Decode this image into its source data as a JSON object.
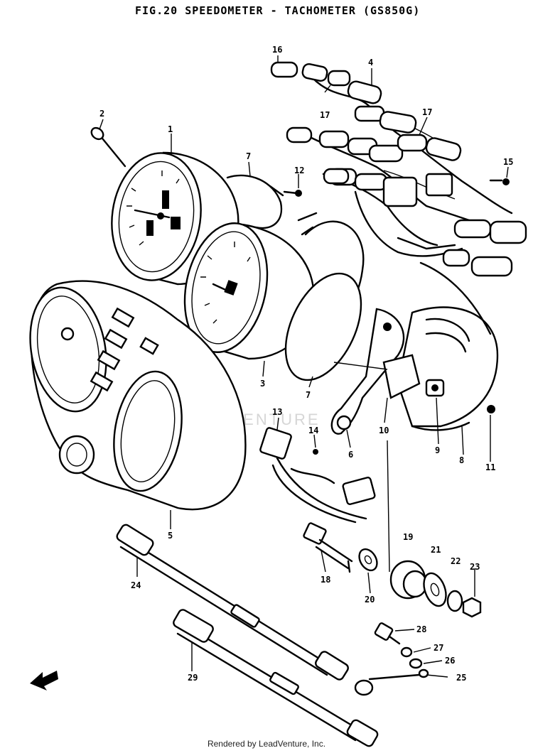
{
  "figure": {
    "title": "FIG.20  SPEEDOMETER - TACHOMETER (GS850G)"
  },
  "watermark": "LEADVENTURE",
  "footer": "Rendered by LeadVenture, Inc.",
  "callouts": [
    {
      "id": "c1",
      "label": "1"
    },
    {
      "id": "c2",
      "label": "2"
    },
    {
      "id": "c3",
      "label": "3"
    },
    {
      "id": "c4",
      "label": "4"
    },
    {
      "id": "c5",
      "label": "5"
    },
    {
      "id": "c6",
      "label": "6"
    },
    {
      "id": "c7a",
      "label": "7"
    },
    {
      "id": "c7b",
      "label": "7"
    },
    {
      "id": "c8",
      "label": "8"
    },
    {
      "id": "c9",
      "label": "9"
    },
    {
      "id": "c10",
      "label": "10"
    },
    {
      "id": "c11",
      "label": "11"
    },
    {
      "id": "c12",
      "label": "12"
    },
    {
      "id": "c13",
      "label": "13"
    },
    {
      "id": "c14",
      "label": "14"
    },
    {
      "id": "c15",
      "label": "15"
    },
    {
      "id": "c16",
      "label": "16"
    },
    {
      "id": "c17a",
      "label": "17"
    },
    {
      "id": "c17b",
      "label": "17"
    },
    {
      "id": "c18",
      "label": "18"
    },
    {
      "id": "c19",
      "label": "19"
    },
    {
      "id": "c20",
      "label": "20"
    },
    {
      "id": "c21",
      "label": "21"
    },
    {
      "id": "c22",
      "label": "22"
    },
    {
      "id": "c23",
      "label": "23"
    },
    {
      "id": "c24",
      "label": "24"
    },
    {
      "id": "c25",
      "label": "25"
    },
    {
      "id": "c26",
      "label": "26"
    },
    {
      "id": "c27",
      "label": "27"
    },
    {
      "id": "c28",
      "label": "28"
    },
    {
      "id": "c29",
      "label": "29"
    }
  ]
}
